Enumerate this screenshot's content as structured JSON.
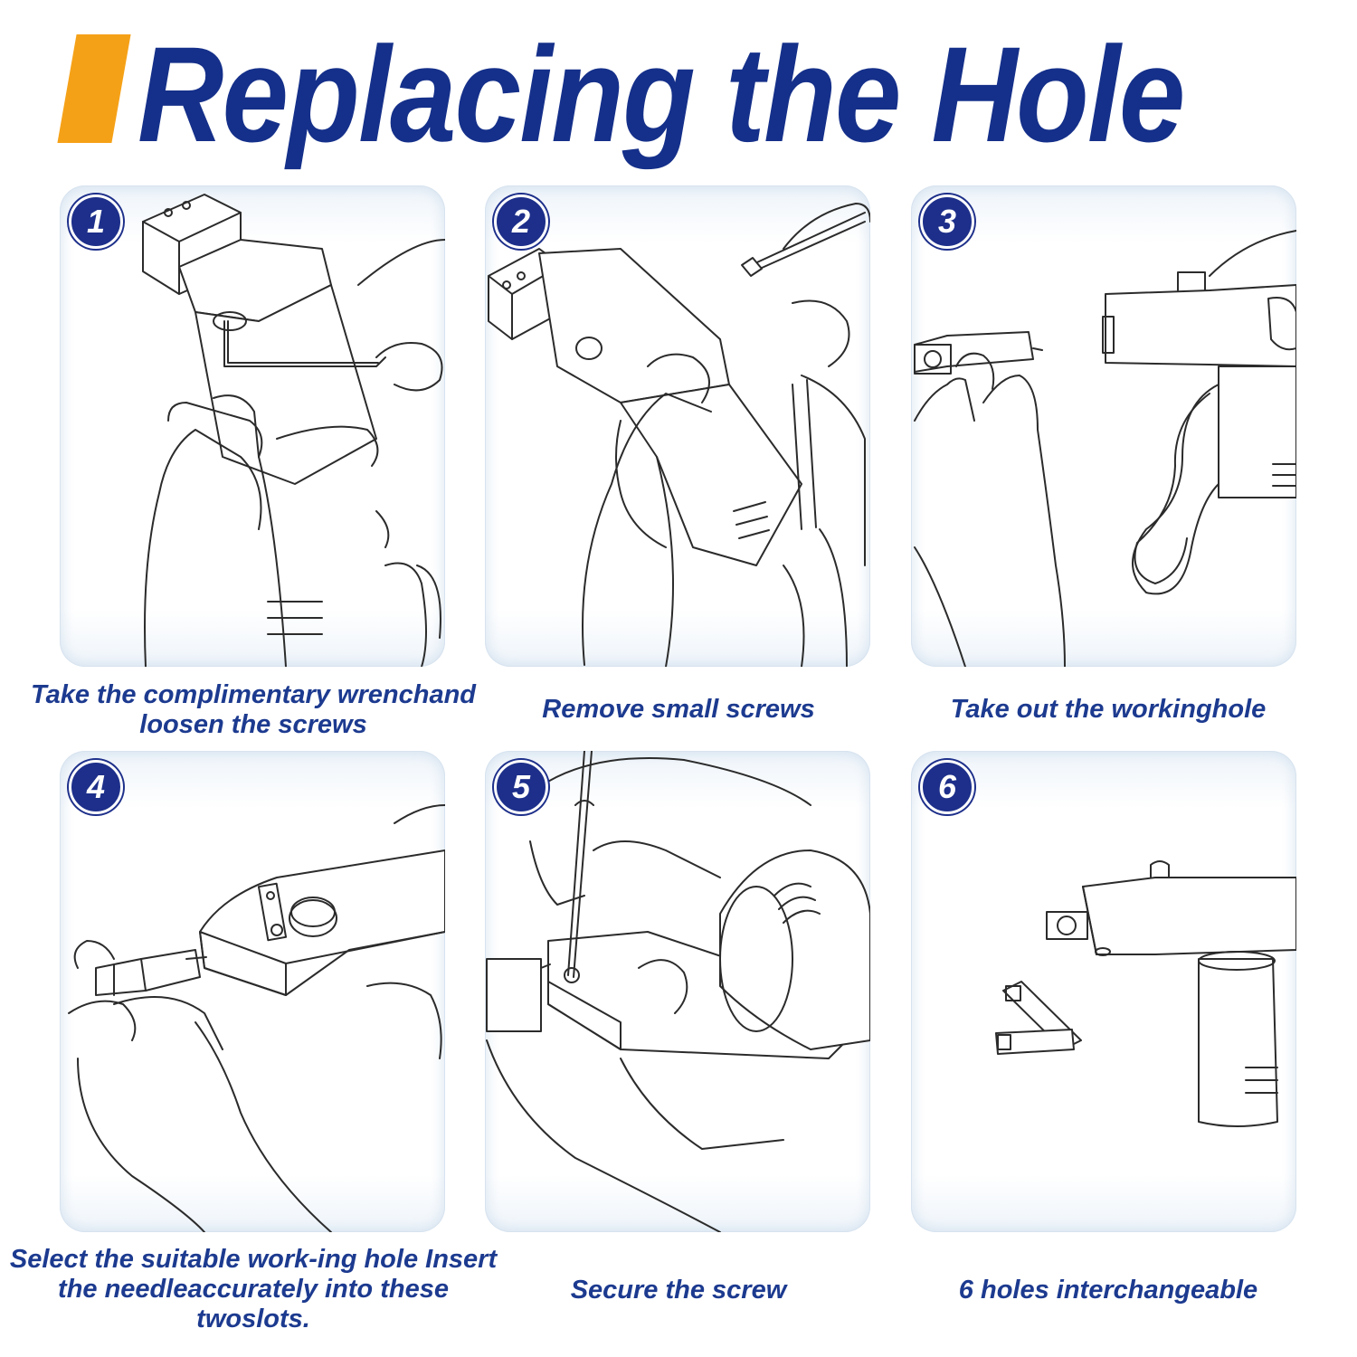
{
  "header": {
    "title": "Replacing the Hole",
    "title_color": "#15308a",
    "accent_color": "#f5a117"
  },
  "badge_color": "#1d2f8a",
  "caption_color": "#1c3a8f",
  "steps": [
    {
      "number": "1",
      "caption": "Take the complimentary wrenchand loosen the screws",
      "illustration": "hand-with-allen-wrench-icon"
    },
    {
      "number": "2",
      "caption": "Remove small screws",
      "illustration": "hand-with-screwdriver-icon"
    },
    {
      "number": "3",
      "caption": "Take out the workinghole",
      "illustration": "hand-removing-hole-icon"
    },
    {
      "number": "4",
      "caption": "Select the suitable work-ing hole Insert the needleaccurately into these twoslots.",
      "illustration": "hand-inserting-hole-icon"
    },
    {
      "number": "5",
      "caption": "Secure the screw",
      "illustration": "hand-tightening-screw-icon"
    },
    {
      "number": "6",
      "caption": "6 holes interchangeable",
      "illustration": "device-with-spare-holes-icon"
    }
  ]
}
